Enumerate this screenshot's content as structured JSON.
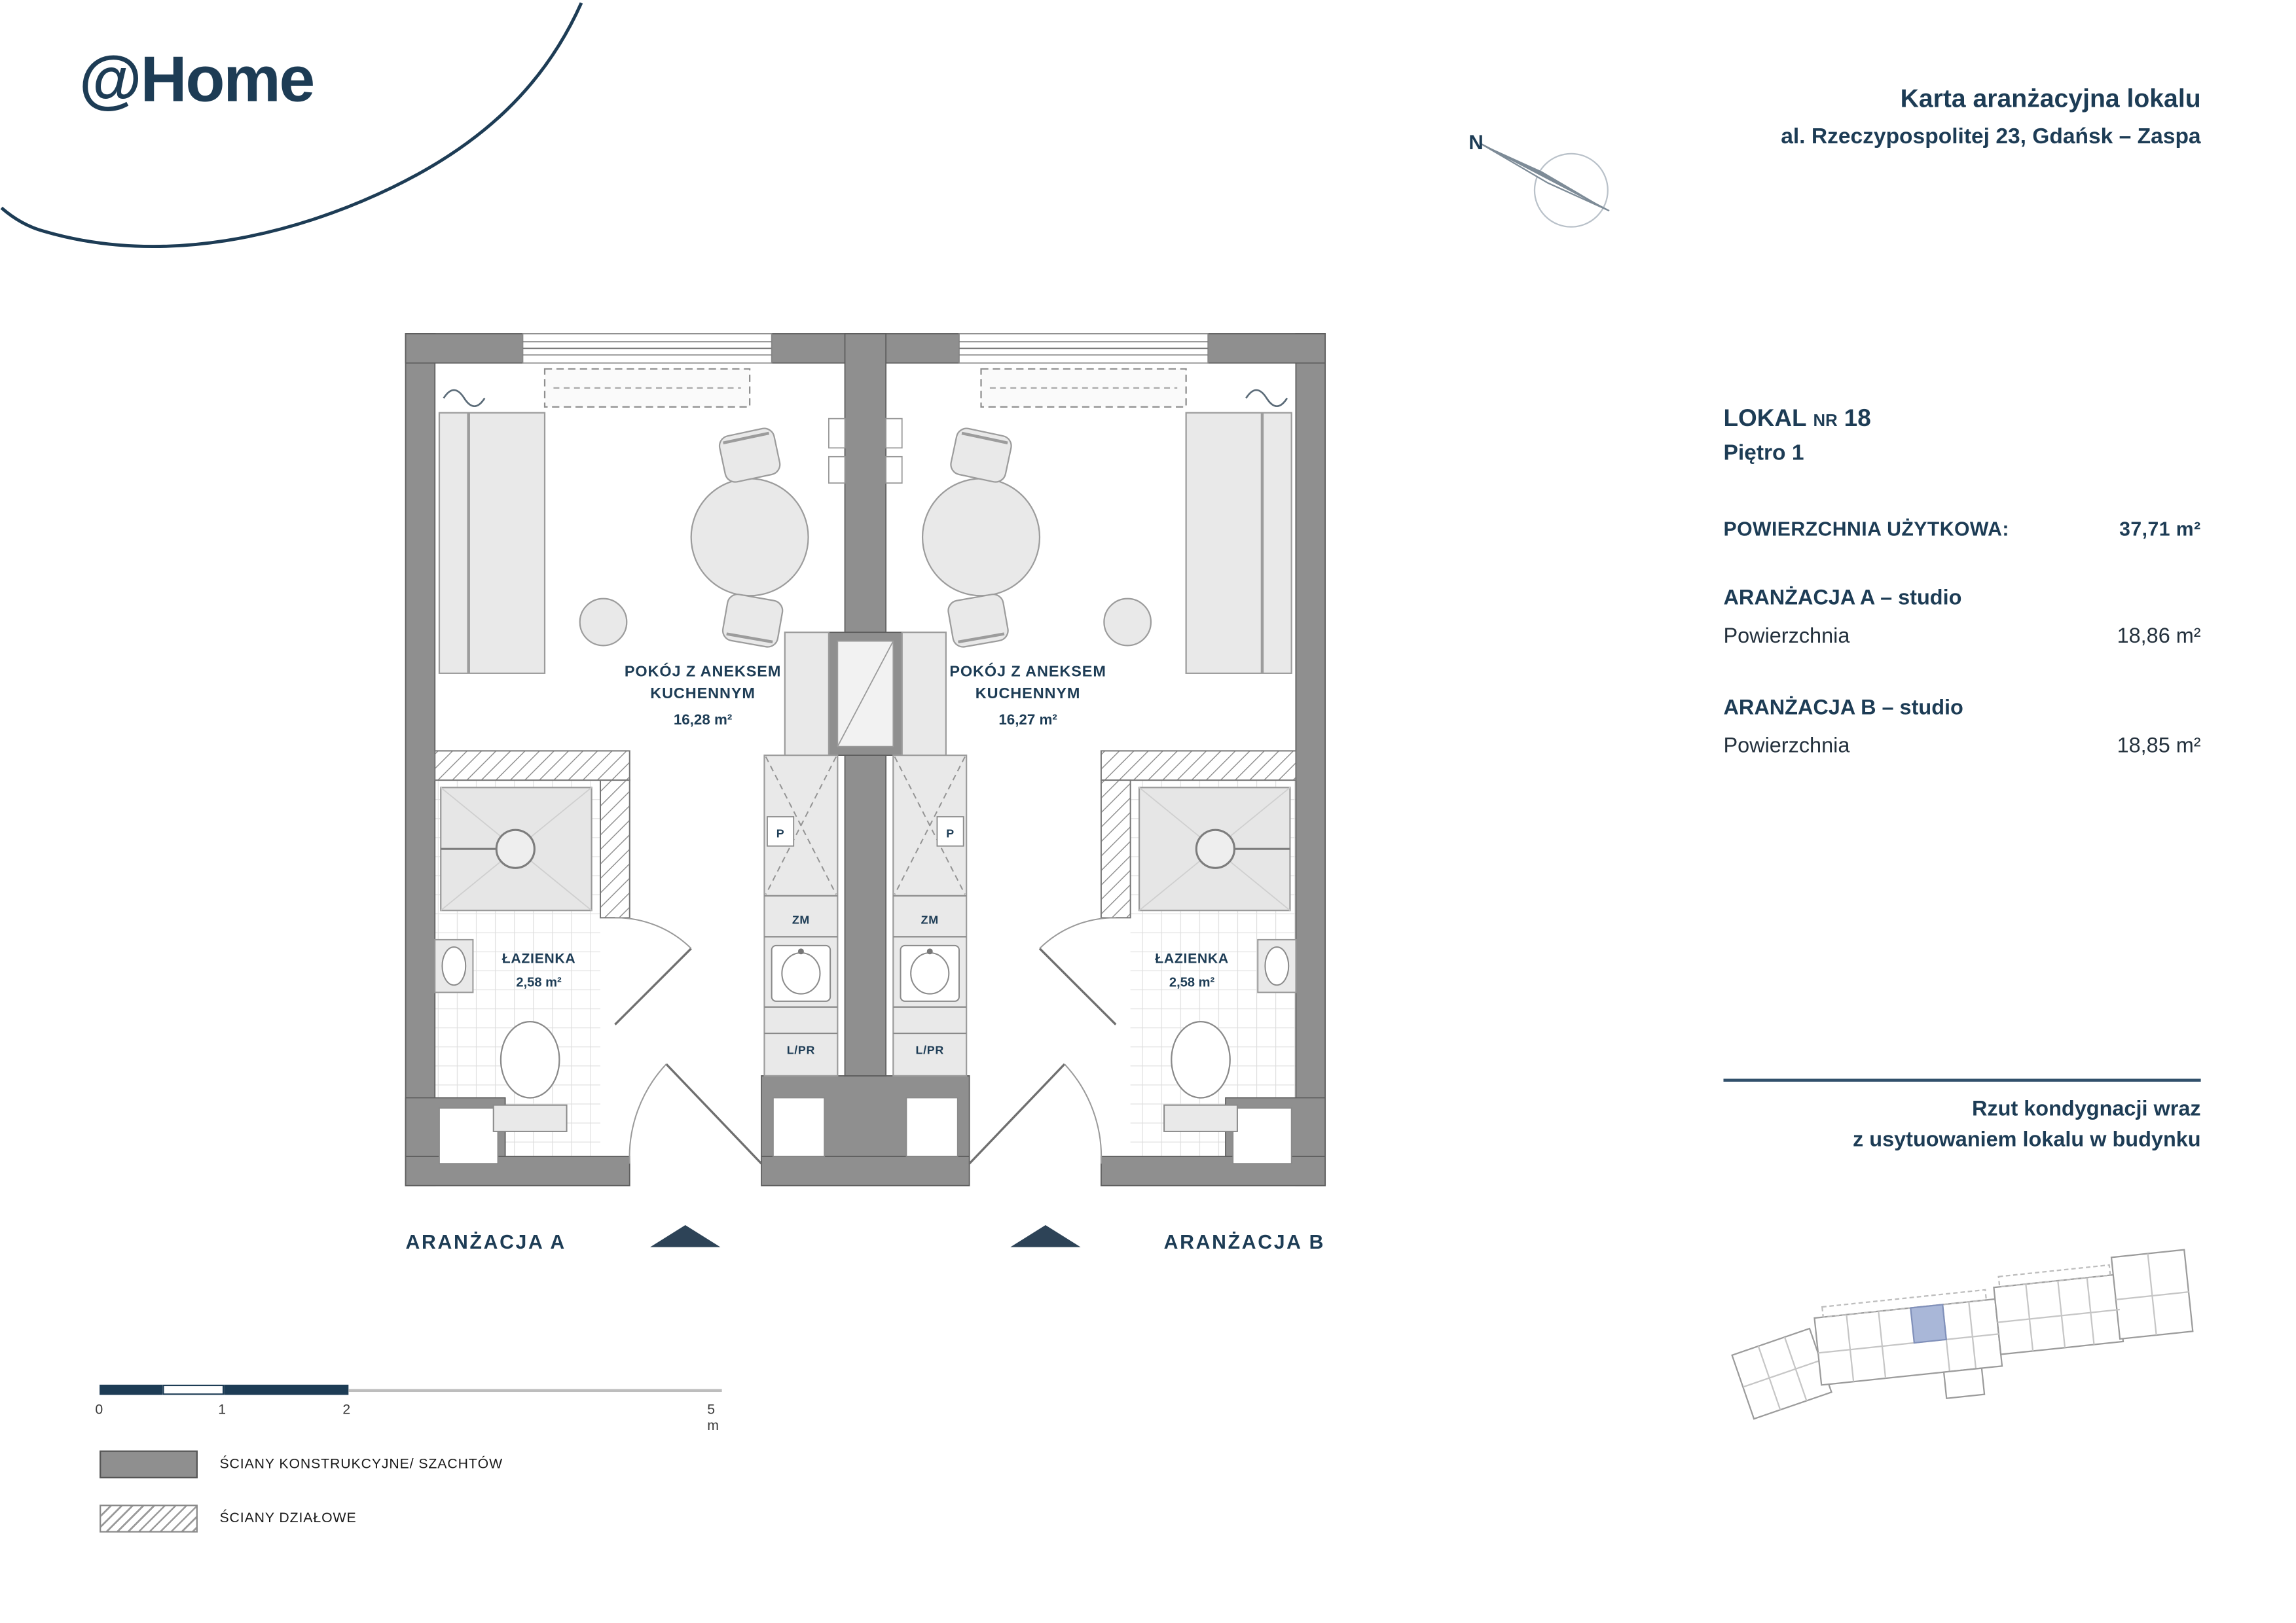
{
  "colors": {
    "brand_navy": "#1d3c55",
    "wall_gray": "#8f8f8f",
    "highlight_blue": "#a9b7d8"
  },
  "brand": {
    "logo": "@Home"
  },
  "header": {
    "title": "Karta aranżacyjna lokalu",
    "address": "al. Rzeczypospolitej 23, Gdańsk – Zaspa"
  },
  "compass": {
    "north_label": "N"
  },
  "unit_info": {
    "lokal_label": "LOKAL",
    "lokal_nr_label": "NR",
    "lokal_number": "18",
    "floor": "Piętro 1",
    "usable_area_label": "POWIERZCHNIA UŻYTKOWA:",
    "usable_area_value": "37,71 m²",
    "arrangement_a_title": "ARANŻACJA A – studio",
    "arrangement_a_area_label": "Powierzchnia",
    "arrangement_a_area_value": "18,86 m²",
    "arrangement_b_title": "ARANŻACJA B – studio",
    "arrangement_b_area_label": "Powierzchnia",
    "arrangement_b_area_value": "18,85 m²",
    "location_note_line1": "Rzut kondygnacji wraz",
    "location_note_line2": "z usytuowaniem lokalu w budynku"
  },
  "floor_plan": {
    "unit_a": {
      "room_line1": "POKÓJ Z ANEKSEM",
      "room_line2": "KUCHENNYM",
      "room_area": "16,28 m²",
      "bathroom_label": "ŁAZIENKA",
      "bathroom_area": "2,58 m²",
      "kitchen_p": "P",
      "kitchen_zm": "ZM",
      "kitchen_lpr": "L/PR",
      "arrangement_label": "ARANŻACJA A"
    },
    "unit_b": {
      "room_line1": "POKÓJ Z ANEKSEM",
      "room_line2": "KUCHENNYM",
      "room_area": "16,27 m²",
      "bathroom_label": "ŁAZIENKA",
      "bathroom_area": "2,58 m²",
      "kitchen_p": "P",
      "kitchen_zm": "ZM",
      "kitchen_lpr": "L/PR",
      "arrangement_label": "ARANŻACJA B"
    }
  },
  "scale_bar": {
    "tick_0": "0",
    "tick_1": "1",
    "tick_2": "2",
    "tick_5": "5 m"
  },
  "legend": {
    "structural_walls": "ŚCIANY KONSTRUKCYJNE/ SZACHTÓW",
    "partition_walls": "ŚCIANY DZIAŁOWE"
  }
}
